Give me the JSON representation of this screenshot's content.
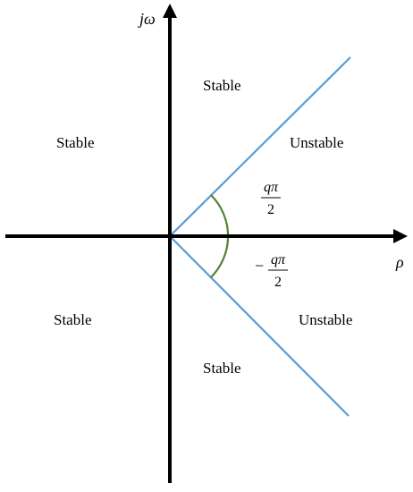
{
  "axes": {
    "vertical_label": "jω",
    "horizontal_label": "ρ",
    "axis_color": "#000000"
  },
  "regions": {
    "upper_middle": "Stable",
    "upper_left": "Stable",
    "upper_right": "Unstable",
    "lower_left": "Stable",
    "lower_middle": "Stable",
    "lower_right": "Unstable"
  },
  "angle": {
    "upper_numerator": "qπ",
    "upper_denominator": "2",
    "lower_sign": "−",
    "lower_numerator": "qπ",
    "lower_denominator": "2",
    "arc_color": "#538135"
  },
  "boundary_color": "#5B9BD5"
}
